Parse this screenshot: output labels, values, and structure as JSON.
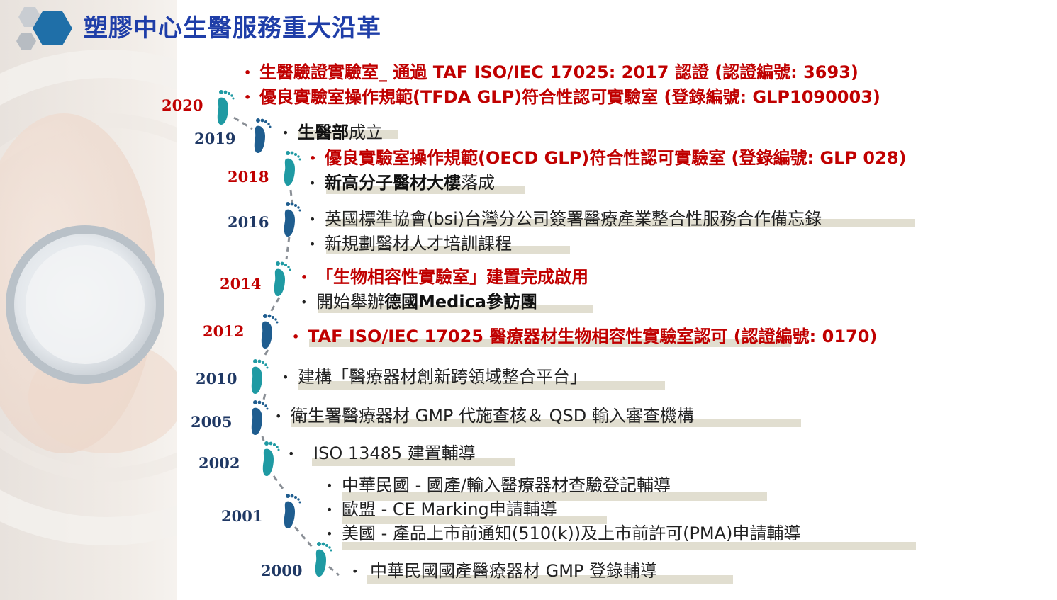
{
  "title": "塑膠中心生醫服務重大沿革",
  "colors": {
    "title": "#1f3ea8",
    "red": "#c00000",
    "navy": "#1f3864",
    "teal": "#1f9aa3",
    "blue": "#1f5d8f"
  },
  "years": {
    "y2020": "2020",
    "y2019": "2019",
    "y2018": "2018",
    "y2016": "2016",
    "y2014": "2014",
    "y2012": "2012",
    "y2010": "2010",
    "y2005": "2005",
    "y2002": "2002",
    "y2001": "2001",
    "y2000": "2000"
  },
  "items": {
    "i2020a": "生醫驗證實驗室_ 通過 TAF ISO/IEC 17025: 2017 認證 (認證編號: 3693)",
    "i2020b": "優良實驗室操作規範(TFDA GLP)符合性認可實驗室 (登錄編號: GLP1090003)",
    "i2019a_bold": "生醫部",
    "i2019a_rest": "成立",
    "i2018a": "優良實驗室操作規範(OECD GLP)符合性認可實驗室 (登錄編號: GLP 028)",
    "i2018b_bold": "新高分子醫材大樓",
    "i2018b_rest": "落成",
    "i2016a": "英國標準協會(bsi)台灣分公司簽署醫療產業整合性服務合作備忘錄",
    "i2016b": "新規劃醫材人才培訓課程",
    "i2014a": "「生物相容性實驗室」建置完成啟用",
    "i2014b_pre": "開始舉辦",
    "i2014b_bold": "德國Medica參訪團",
    "i2012a": "TAF ISO/IEC 17025 醫療器材生物相容性實驗室認可 (認證編號: 0170)",
    "i2010a": "建構「醫療器材創新跨領域整合平台」",
    "i2005a": "衛生署醫療器材 GMP 代施查核＆ QSD 輸入審查機構",
    "i2002a": "ISO 13485 建置輔導",
    "i2001a": "中華民國 - 國產/輸入醫療器材查驗登記輔導",
    "i2001b": "歐盟 - CE Marking申請輔導",
    "i2001c": "美國 - 產品上市前通知(510(k))及上市前許可(PMA)申請輔導",
    "i2000a": "中華民國國產醫療器材 GMP 登錄輔導"
  },
  "bullet": "•"
}
